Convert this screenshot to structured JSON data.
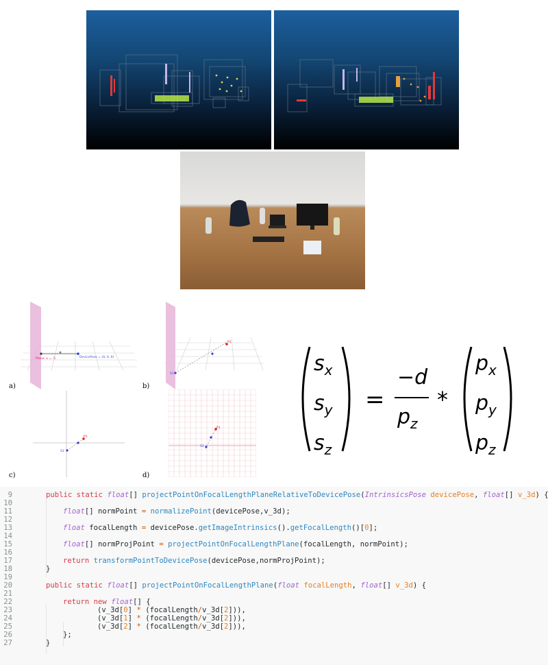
{
  "figure": {
    "panels": {
      "pointcloud_left": "point-cloud-render",
      "pointcloud_right": "point-cloud-render",
      "photo": "room-photo"
    },
    "sub_labels": {
      "a": "a)",
      "b": "b)",
      "c": "c)",
      "d": "d)"
    },
    "annotations": {
      "plane_label": "Plane: x = -5",
      "pose_label": "DevicePose = (0, 0, 0)",
      "p1": "P1",
      "s1": "S1"
    },
    "equation": {
      "lhs": [
        "s_x",
        "s_y",
        "s_z"
      ],
      "numerator": "-d",
      "denominator": "p_z",
      "operator": "*",
      "rhs": [
        "p_x",
        "p_y",
        "p_z"
      ]
    }
  },
  "code": {
    "lines": [
      {
        "n": "9",
        "indent": 0,
        "html": "<span class='kw'>public</span> <span class='kw'>static</span> <span class='ty'>float</span>[] <span class='fn'>projectPointOnFocalLengthPlaneRelativeToDevicePose</span>(<span class='ty'>IntrinsicsPose</span> <span class='pa'>devicePose</span>, <span class='ty'>float</span>[] <span class='pa'>v_3d</span>) {"
      },
      {
        "n": "10",
        "indent": 0,
        "html": ""
      },
      {
        "n": "11",
        "indent": 1,
        "html": "<span class='ty'>float</span>[] normPoint <span class='op'>=</span> <span class='fn'>normalizePoint</span>(devicePose,v_3d);"
      },
      {
        "n": "12",
        "indent": 0,
        "html": ""
      },
      {
        "n": "13",
        "indent": 1,
        "html": "<span class='ty'>float</span> focalLength <span class='op'>=</span> devicePose.<span class='fn'>getImageIntrinsics</span>().<span class='fn'>getFocalLength</span>()[<span class='nm'>0</span>];"
      },
      {
        "n": "14",
        "indent": 0,
        "html": ""
      },
      {
        "n": "15",
        "indent": 1,
        "html": "<span class='ty'>float</span>[] normProjPoint <span class='op'>=</span> <span class='fn'>projectPointOnFocalLengthPlane</span>(focalLength, normPoint);"
      },
      {
        "n": "16",
        "indent": 0,
        "html": ""
      },
      {
        "n": "17",
        "indent": 1,
        "html": "<span class='kw'>return</span> <span class='fn'>transformPointToDevicePose</span>(devicePose,normProjPoint);"
      },
      {
        "n": "18",
        "indent": 0,
        "html": "}"
      },
      {
        "n": "19",
        "indent": 0,
        "html": ""
      },
      {
        "n": "20",
        "indent": 0,
        "html": "<span class='kw'>public</span> <span class='kw'>static</span> <span class='ty'>float</span>[] <span class='fn'>projectPointOnFocalLengthPlane</span>(<span class='ty'>float</span> <span class='pa'>focalLength</span>, <span class='ty'>float</span>[] <span class='pa'>v_3d</span>) {"
      },
      {
        "n": "21",
        "indent": 0,
        "html": ""
      },
      {
        "n": "22",
        "indent": 1,
        "html": "<span class='kw'>return</span> <span class='kw'>new</span> <span class='ty'>float</span>[] {"
      },
      {
        "n": "23",
        "indent": 3,
        "html": "(v_3d[<span class='nm'>0</span>] <span class='op'>*</span> (focalLength<span class='op'>/</span>v_3d[<span class='nm'>2</span>])),"
      },
      {
        "n": "24",
        "indent": 3,
        "html": "(v_3d[<span class='nm'>1</span>] <span class='op'>*</span> (focalLength<span class='op'>/</span>v_3d[<span class='nm'>2</span>])),"
      },
      {
        "n": "25",
        "indent": 3,
        "html": "(v_3d[<span class='nm'>2</span>] <span class='op'>*</span> (focalLength<span class='op'>/</span>v_3d[<span class='nm'>2</span>])),"
      },
      {
        "n": "26",
        "indent": 1,
        "html": "};"
      },
      {
        "n": "27",
        "indent": 0,
        "html": "}"
      }
    ]
  }
}
